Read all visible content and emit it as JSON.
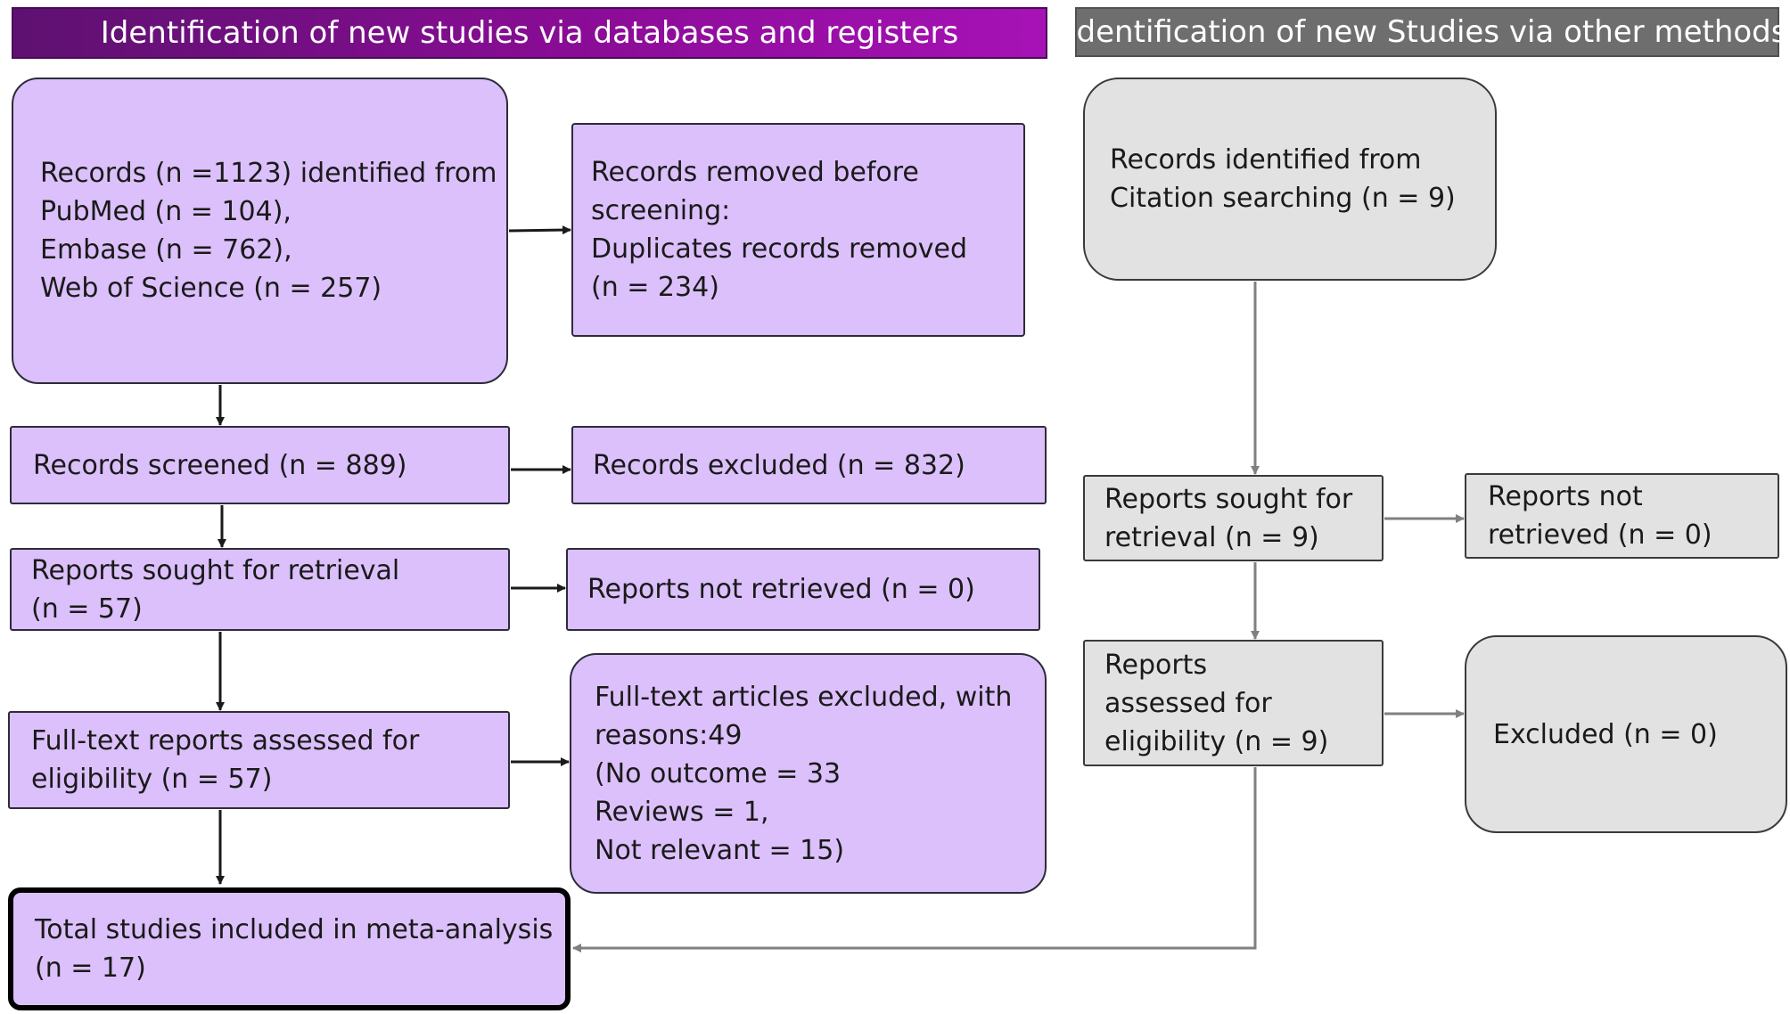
{
  "headers": {
    "left": "Identification of new studies via databases and registers",
    "right": "Identification of new Studies via other methods"
  },
  "left": {
    "identified": [
      "Records (n =1123) identified from",
      "PubMed (n = 104),",
      "Embase (n = 762),",
      "Web of Science (n = 257)"
    ],
    "removed": [
      "Records removed before",
      "screening:",
      "Duplicates records removed",
      "(n = 234)"
    ],
    "screened": [
      "Records screened (n = 889)"
    ],
    "excluded": [
      "Records excluded (n = 832)"
    ],
    "sought": [
      "Reports sought for retrieval",
      "(n = 57)"
    ],
    "not_retrieved": [
      "Reports not retrieved (n = 0)"
    ],
    "assessed": [
      "Full-text reports assessed for",
      "eligibility  (n = 57)"
    ],
    "fulltext_excluded": [
      "Full-text articles excluded, with",
      "reasons:49",
      "(No outcome = 33",
      "Reviews = 1,",
      "Not relevant = 15)"
    ],
    "included": [
      "Total studies included in meta-analysis",
      "(n = 17)"
    ]
  },
  "right": {
    "identified": [
      "Records identified from",
      "Citation searching (n = 9)"
    ],
    "sought": [
      "Reports sought for",
      "retrieval (n = 9)"
    ],
    "not_retrieved": [
      "Reports not",
      "retrieved  (n = 0)"
    ],
    "assessed": [
      "Reports",
      "assessed  for",
      "eligibility (n = 9)"
    ],
    "excluded": [
      "Excluded (n = 0)"
    ]
  },
  "colors": {
    "left_header": "#8a0c96",
    "right_header": "#6e6e6e",
    "left_box_fill": "#dcc0fb",
    "right_box_fill": "#e2e2e2",
    "arrow_left": "#1a1a1a",
    "arrow_right": "#808080"
  }
}
